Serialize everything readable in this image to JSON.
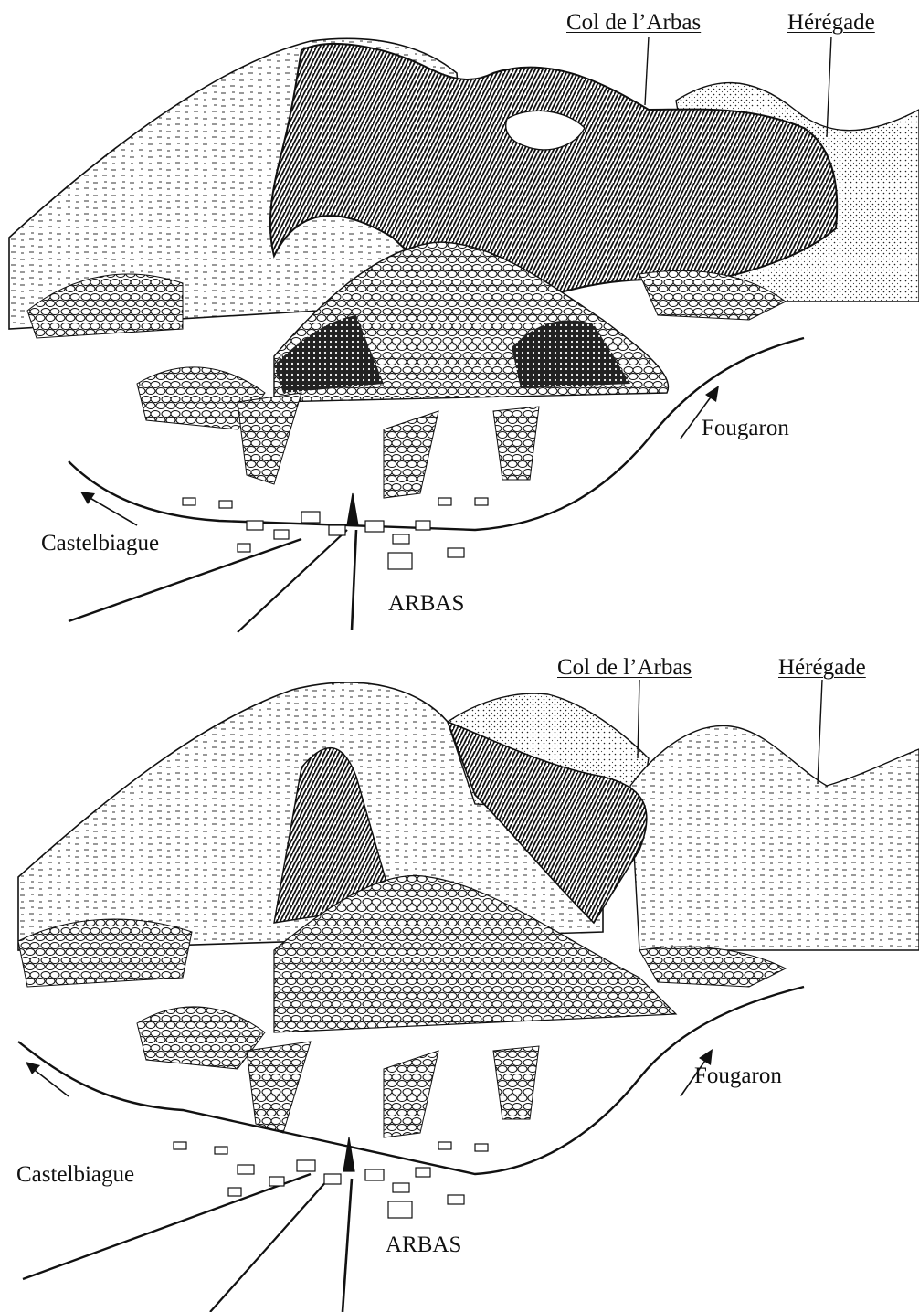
{
  "figures": [
    {
      "id": "top",
      "labels": {
        "col": "Col de l’Arbas",
        "heregade": "Hérégade",
        "fougaron": "Fougaron",
        "castelbiague": "Castelbiague",
        "arbas": "ARBAS"
      }
    },
    {
      "id": "bottom",
      "labels": {
        "col": "Col de l’Arbas",
        "heregade": "Hérégade",
        "fougaron": "Fougaron",
        "castelbiague": "Castelbiague",
        "arbas": "ARBAS"
      }
    }
  ],
  "colors": {
    "ink": "#111111",
    "paper": "#ffffff",
    "forest": "#2a2a2a"
  }
}
